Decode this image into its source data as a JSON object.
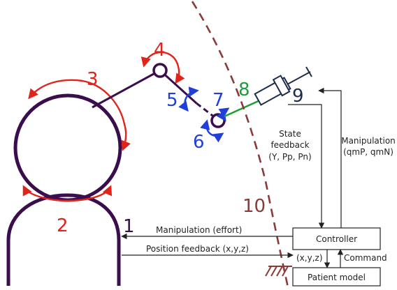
{
  "numbers": {
    "n1": "1",
    "n2": "2",
    "n3": "3",
    "n4": "4",
    "n5": "5",
    "n6": "6",
    "n7": "7",
    "n8": "8",
    "n9": "9",
    "n10": "10"
  },
  "blocks": {
    "controller": "Controller",
    "patient_model": "Patient model"
  },
  "labels": {
    "manipulation_effort": "Manipulation (effort)",
    "position_feedback": "Position feedback (x,y,z)",
    "state_feedback_line1": "State",
    "state_feedback_line2": "feedback",
    "state_feedback_line3": "(Y, Pp, Pn)",
    "manipulation_right_line1": "Manipulation",
    "manipulation_right_line2": "(qmP, qmN)",
    "xyz": "(x,y,z)",
    "command": "Command"
  },
  "colors": {
    "body": "#3a0e4d",
    "red": "#e0241b",
    "blue": "#1f3fd6",
    "green": "#1d9e3a",
    "dark_navy": "#1c2e4a",
    "boundary": "#8b3a3a",
    "line": "#222222"
  }
}
